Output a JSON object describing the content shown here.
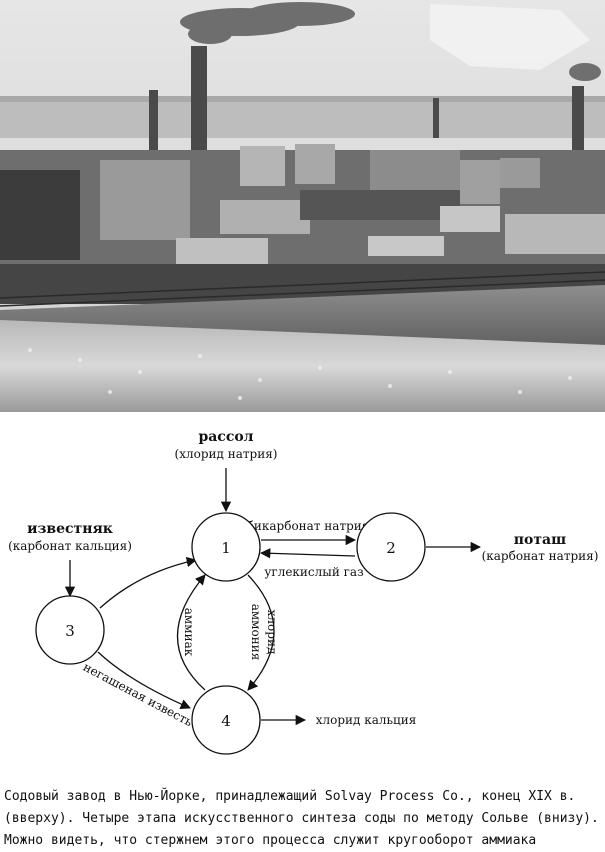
{
  "diagram": {
    "nodes": [
      {
        "id": "1",
        "label": "1"
      },
      {
        "id": "2",
        "label": "2"
      },
      {
        "id": "3",
        "label": "3"
      },
      {
        "id": "4",
        "label": "4"
      }
    ],
    "inputs": {
      "brine": {
        "name": "рассол",
        "sub": "(хлорид натрия)"
      },
      "limestone": {
        "name": "известняк",
        "sub": "(карбонат кальция)"
      }
    },
    "outputs": {
      "potash": {
        "name": "поташ",
        "sub": "(карбонат натрия)"
      },
      "calcium_chloride": "хлорид кальция"
    },
    "edges": {
      "bicarbonate": "бикарбонат натрия",
      "co2": "углекислый газ",
      "ammonia": "аммиак",
      "ammonium_chloride_1": "хлорид",
      "ammonium_chloride_2": "аммония",
      "quicklime": "негашеная известь"
    }
  },
  "caption": {
    "line1": "Содовый завод в Нью-Йорке, принадлежащий Solvay Process Co., конец XIX в.",
    "line2": "(вверху). Четыре этапа искусственного синтеза соды по методу Сольве (внизу).",
    "line3": "Можно видеть, что стержнем этого процесса служит кругооборот аммиака"
  }
}
